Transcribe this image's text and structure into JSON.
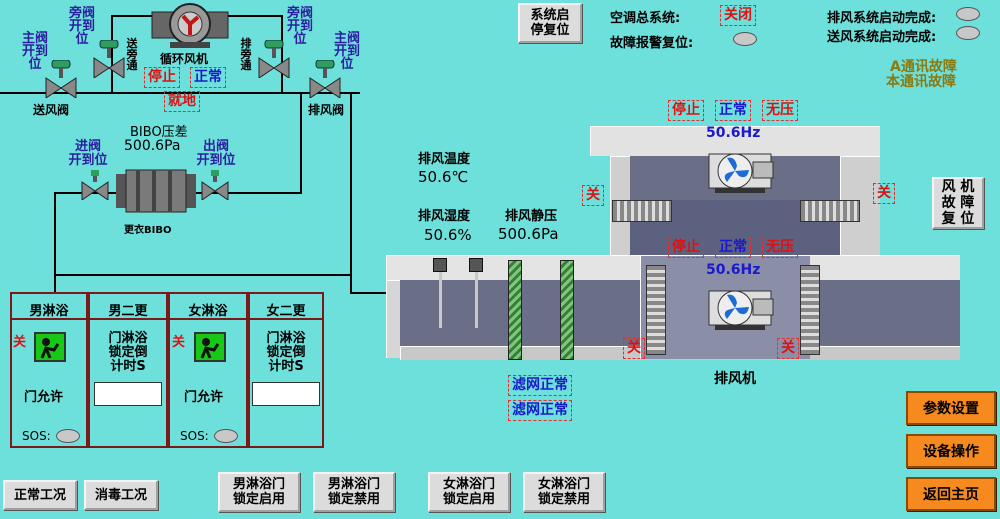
{
  "top": {
    "reset_button": "系统启\n停复位",
    "ac_system_label": "空调总系统:",
    "ac_system_status": "关闭",
    "fault_reset_label": "故障报警复位:",
    "exhaust_start_done": "排风系统启动完成:",
    "supply_start_done": "送风系统启动完成:"
  },
  "comm": {
    "a_fault": "A通讯故障",
    "local_fault": "本通讯故障"
  },
  "left": {
    "supply_main_valve": "主阀\n开到\n位",
    "exhaust_main_valve": "主阀\n开到\n位",
    "dis_valve_left": "旁阀\n开到\n位",
    "dis_valve_right": "旁阀\n开到\n位",
    "send_bypass": "送\n旁\n通",
    "exhaust_bypass": "排\n旁\n通",
    "circ_fan": "循环风机",
    "circ_stop": "停止",
    "circ_normal": "正常",
    "circ_local": "就地",
    "supply_valve": "送风阀",
    "exhaust_valve": "排风阀",
    "bibo_label": "BIBO压差",
    "bibo_value": "500.6Pa",
    "in_valve": "进阀\n开到位",
    "out_valve": "出阀\n开到位",
    "change_bibo": "更衣BIBO"
  },
  "shower": {
    "male": "男淋浴",
    "male2": "男二更",
    "female": "女淋浴",
    "female2": "女二更",
    "door_allow": "门允许",
    "door_allow2": "门允许",
    "lock_countdown": "门淋浴\n锁定倒\n计时S",
    "lock_countdown2": "门淋浴\n锁定倒\n计时S",
    "close1": "关",
    "close2": "关",
    "sos": "SOS:",
    "sos2": "SOS:"
  },
  "ahu": {
    "exhaust_temp_label": "排风温度",
    "exhaust_temp_value": "50.6℃",
    "exhaust_hum_label": "排风湿度",
    "exhaust_hum_value": "50.6%",
    "exhaust_press_label": "排风静压",
    "exhaust_press_value": "500.6Pa",
    "filter1": "滤网正常",
    "filter2": "滤网正常",
    "fan_label": "排风机",
    "fan1": {
      "stop": "停止",
      "normal": "正常",
      "no_pressure": "无压",
      "freq": "50.6Hz"
    },
    "fan2": {
      "stop": "停止",
      "normal": "正常",
      "no_pressure": "无压",
      "freq": "50.6Hz"
    },
    "damper_close": [
      "关",
      "关",
      "关",
      "关"
    ],
    "fan_fault_reset": "风 机\n故 障\n复 位"
  },
  "bottom": {
    "normal_mode": "正常工况",
    "disinfect_mode": "消毒工况",
    "male_lock_enable": "男淋浴门\n锁定启用",
    "male_lock_disable": "男淋浴门\n锁定禁用",
    "female_lock_enable": "女淋浴门\n锁定启用",
    "female_lock_disable": "女淋浴门\n锁定禁用"
  },
  "right": {
    "param_settings": "参数设置",
    "device_operation": "设备操作",
    "back_home": "返回主页"
  },
  "colors": {
    "background": "#6ee0dc",
    "orange": "#f68a1e",
    "alarm_red": "#e01010",
    "status_blue": "#1a1acc"
  }
}
